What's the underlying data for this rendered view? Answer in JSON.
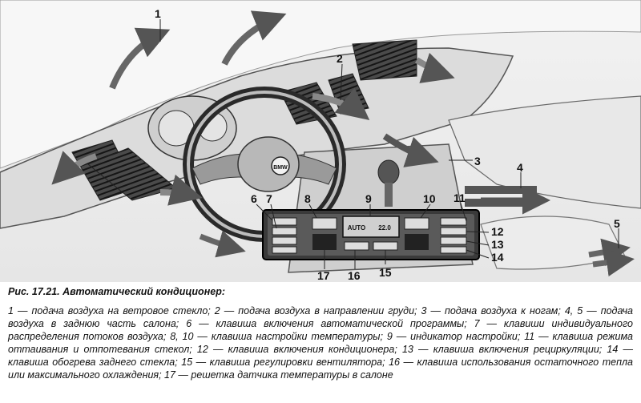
{
  "figure": {
    "callouts": {
      "c1": "1",
      "c2": "2",
      "c3": "3",
      "c4": "4",
      "c5": "5",
      "c6": "6",
      "c7": "7",
      "c8": "8",
      "c9": "9",
      "c10": "10",
      "c11": "11",
      "c12": "12",
      "c13": "13",
      "c14": "14",
      "c15": "15",
      "c16": "16",
      "c17": "17"
    },
    "display": {
      "left": "AUTO",
      "right": "22.0"
    },
    "steering_logo": "BMW"
  },
  "caption": {
    "title": "Рис. 17.21. Автоматический кондиционер:",
    "text": "1 — подача воздуха на ветровое стекло; 2 — подача воздуха в направлении груди; 3 — подача воздуха к ногам; 4, 5 — подача воздуха в заднюю часть салона; 6 — клавиша включения автоматической программы; 7 — клавиши индивидуального распределения потоков воздуха; 8, 10 — клавиша настройки температуры; 9 — индикатор настройки; 11 — клавиша режима оттаивания и отпотевания стекол; 12 — клавиша включения кондиционера; 13 — клавиша включения рециркуляции; 14 — клавиша обогрева заднего стекла; 15 — клавиша регулировки вентилятора; 16 — клавиша использования остаточного тепла или максимального охлаждения; 17 — решетка датчика температуры в салоне"
  },
  "colors": {
    "ink": "#111111",
    "paper": "#ffffff",
    "shade": "#8a8a8a",
    "light": "#d6d6d6"
  }
}
